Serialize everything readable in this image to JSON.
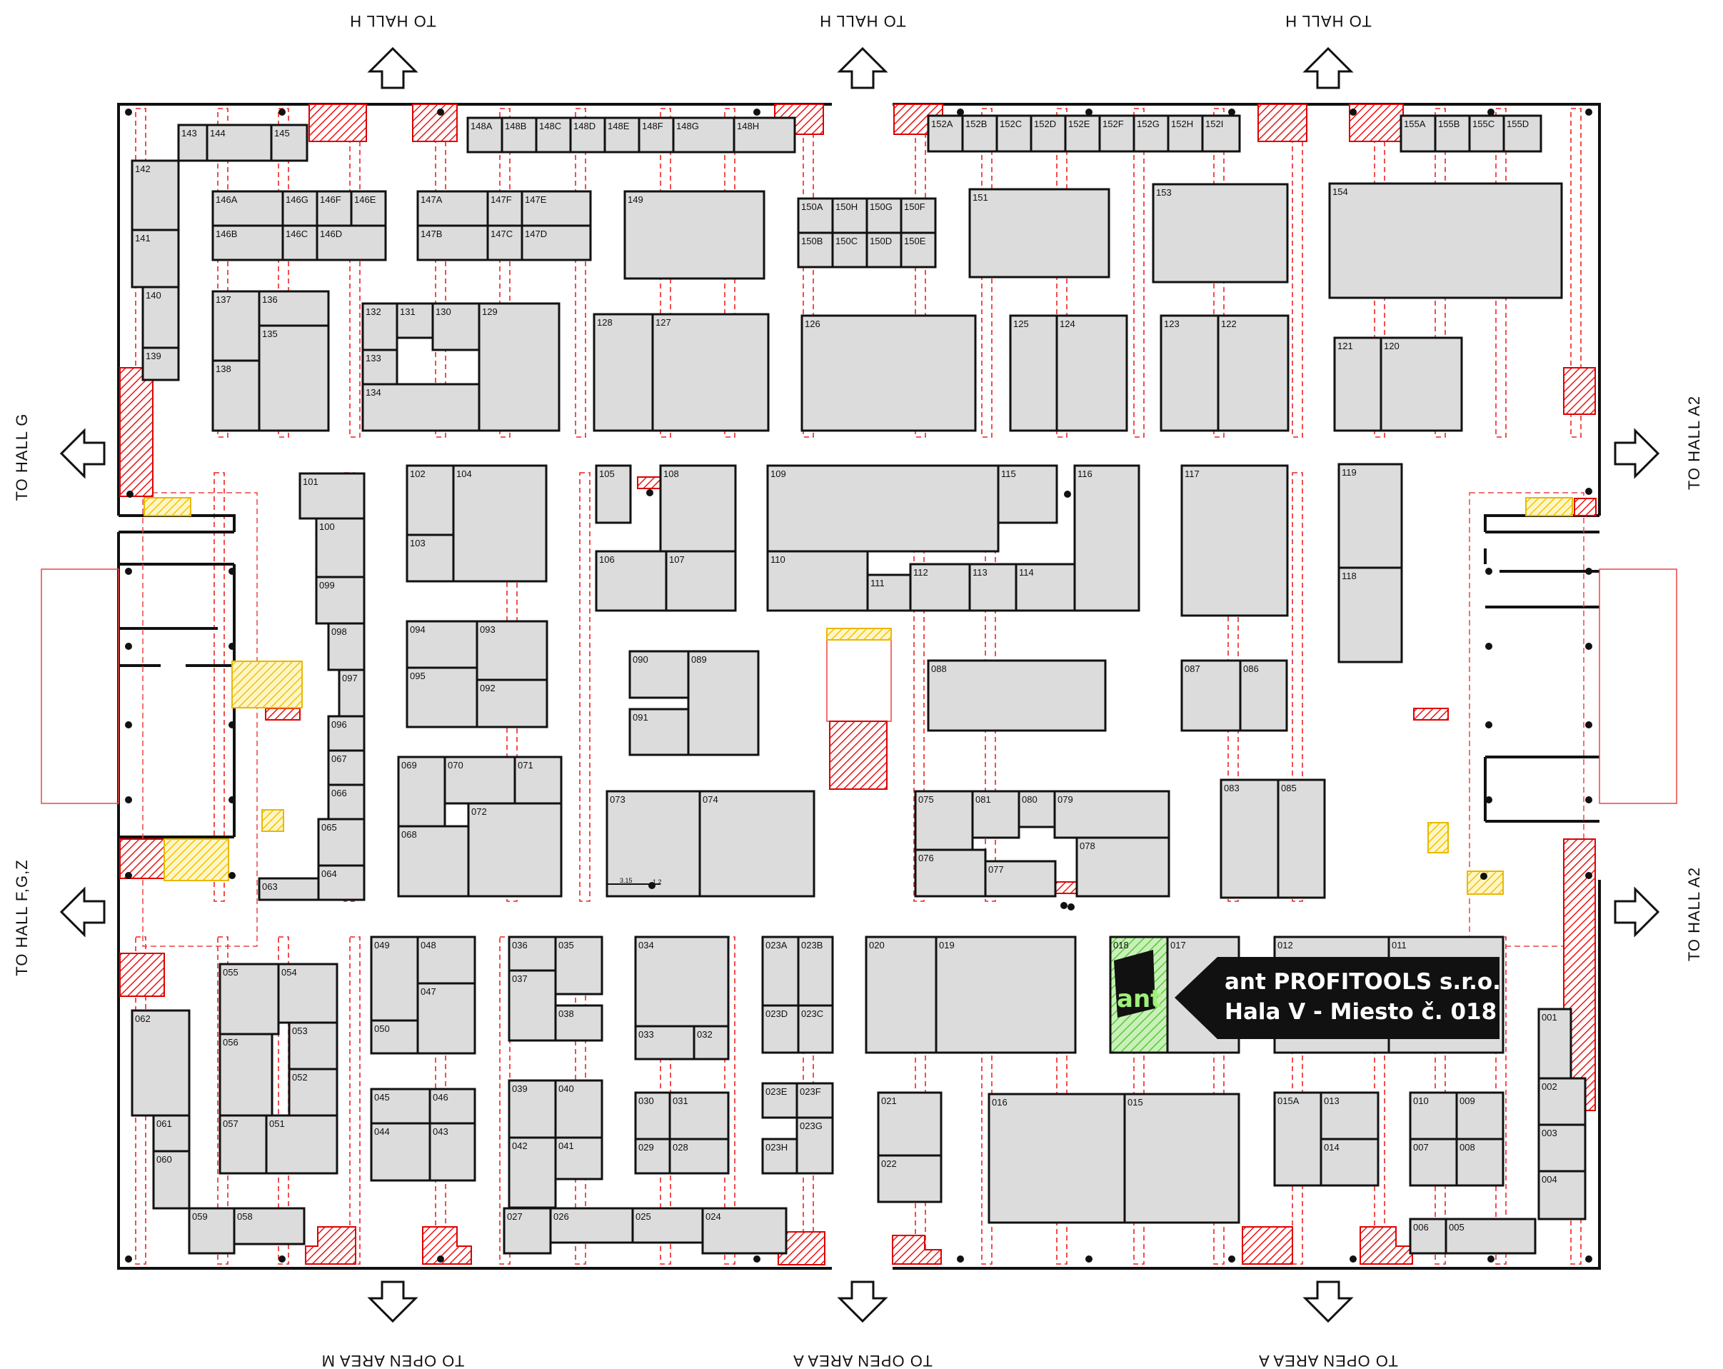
{
  "exits": {
    "hall_h": "TO HALL H",
    "hall_g": "TO HALL G",
    "hall_fgz": "TO HALL F,G,Z",
    "hall_a2": "TO HALL A2",
    "open_area_m": "TO OPEN AREA M",
    "open_area_a": "TO OPEN AREA A"
  },
  "highlight": {
    "company": "ant PROFITOOLS s.r.o.",
    "location": "Hala V - Miesto č. 018",
    "logo_text": "ant",
    "booth": "018"
  },
  "misc_labels": [
    "3.15",
    "1.2"
  ],
  "booths": [
    "143",
    "144",
    "145",
    "148A",
    "148B",
    "148C",
    "148D",
    "148E",
    "148F",
    "148G",
    "148H",
    "152A",
    "152B",
    "152C",
    "152D",
    "152E",
    "152F",
    "152G",
    "152H",
    "152I",
    "155A",
    "155B",
    "155C",
    "155D",
    "142",
    "141",
    "140",
    "139",
    "146A",
    "146G",
    "146F",
    "146E",
    "146B",
    "146C",
    "146D",
    "147A",
    "147F",
    "147E",
    "147B",
    "147C",
    "147D",
    "149",
    "150A",
    "150H",
    "150G",
    "150F",
    "150B",
    "150C",
    "150D",
    "150E",
    "151",
    "153",
    "154",
    "137",
    "136",
    "135",
    "138",
    "132",
    "131",
    "130",
    "129",
    "133",
    "134",
    "128",
    "127",
    "126",
    "125",
    "124",
    "123",
    "122",
    "121",
    "120",
    "101",
    "100",
    "099",
    "098",
    "097",
    "096",
    "067",
    "066",
    "065",
    "064",
    "063",
    "102",
    "104",
    "103",
    "105",
    "108",
    "106",
    "107",
    "109",
    "115",
    "116",
    "110",
    "111",
    "112",
    "113",
    "114",
    "117",
    "119",
    "118",
    "094",
    "093",
    "095",
    "092",
    "090",
    "089",
    "091",
    "088",
    "087",
    "086",
    "069",
    "070",
    "071",
    "068",
    "072",
    "073",
    "074",
    "075",
    "081",
    "080",
    "079",
    "076",
    "077",
    "078",
    "083",
    "085",
    "049",
    "048",
    "047",
    "050",
    "036",
    "035",
    "037",
    "038",
    "034",
    "033",
    "032",
    "023A",
    "023B",
    "023D",
    "023C",
    "020",
    "019",
    "018",
    "017",
    "012",
    "011",
    "055",
    "054",
    "056",
    "053",
    "052",
    "057",
    "051",
    "062",
    "061",
    "060",
    "059",
    "058",
    "045",
    "046",
    "044",
    "043",
    "039",
    "040",
    "042",
    "041",
    "030",
    "031",
    "029",
    "028",
    "023E",
    "023F",
    "023G",
    "023H",
    "021",
    "022",
    "016",
    "015",
    "015A",
    "013",
    "014",
    "010",
    "009",
    "007",
    "008",
    "001",
    "002",
    "003",
    "004",
    "006",
    "005",
    "027",
    "026",
    "025",
    "024"
  ]
}
